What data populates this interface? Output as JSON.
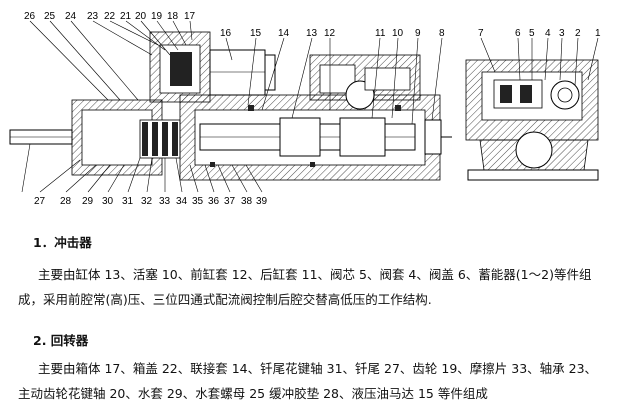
{
  "figure": {
    "left_callouts_top": [
      "26",
      "25",
      "24",
      "23",
      "22",
      "21",
      "20",
      "19",
      "18",
      "17",
      "16",
      "15",
      "14",
      "13",
      "12",
      "11",
      "10",
      "9",
      "8"
    ],
    "right_callouts_top": [
      "7",
      "6",
      "5",
      "4",
      "3",
      "2",
      "1"
    ],
    "bottom_callouts": [
      "27",
      "28",
      "29",
      "30",
      "31",
      "32",
      "33",
      "34",
      "35",
      "36",
      "37",
      "38",
      "39"
    ]
  },
  "sections": [
    {
      "heading": "1．冲击器",
      "text": "主要由缸体 13、活塞 10、前缸套 12、后缸套 11、阀芯 5、阀套 4、阀盖 6、蓄能器(1～2)等件组成，采用前腔常(高)压、三位四通式配流阀控制后腔交替高低压的工作结构."
    },
    {
      "heading": "2. 回转器",
      "text": "主要由箱体 17、箱盖 22、联接套 14、钎尾花键轴 31、钎尾 27、齿轮 19、摩擦片 33、轴承 23、主动齿轮花键轴 20、水套 29、水套螺母 25 缓冲胶垫 28、液压油马达 15 等件组成"
    }
  ]
}
